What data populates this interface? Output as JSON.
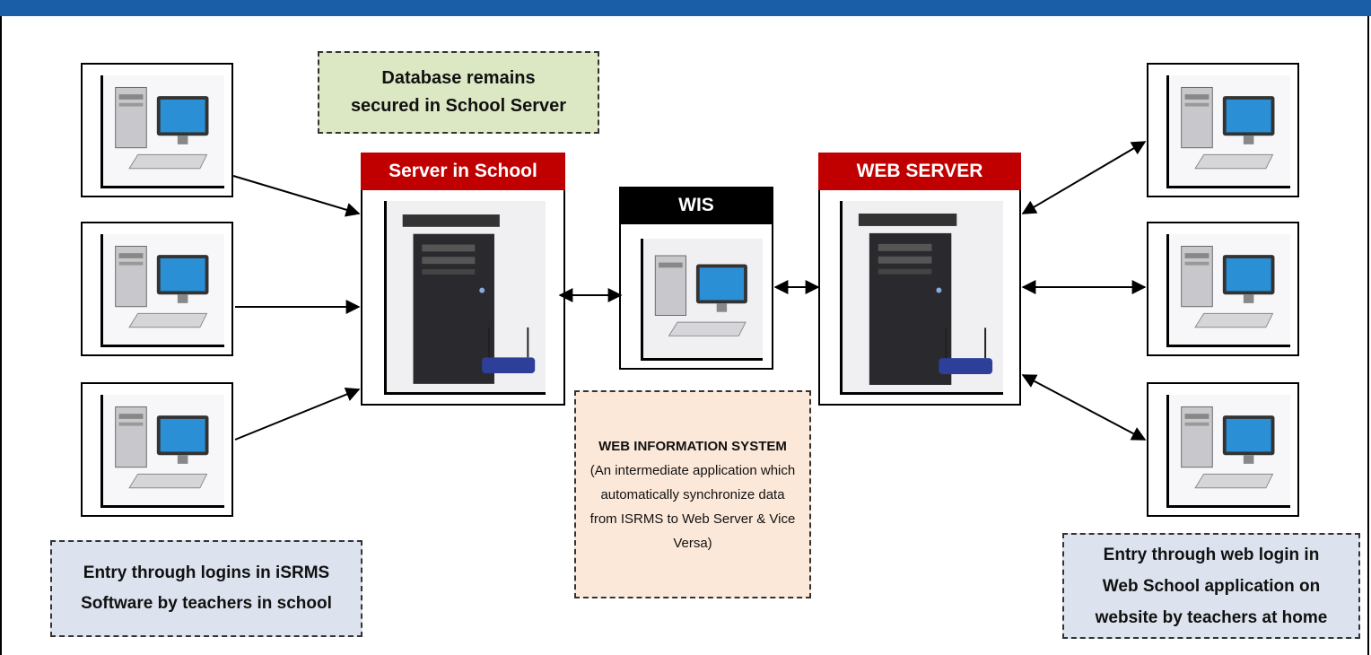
{
  "header": {
    "color": "#1a5ea8"
  },
  "nodes": {
    "school_server": {
      "title": "Server in School",
      "color": "#c00000"
    },
    "wis": {
      "title": "WIS",
      "color": "#000000"
    },
    "web_server": {
      "title": "WEB SERVER",
      "color": "#c00000"
    }
  },
  "notes": {
    "database": {
      "line1": "Database remains",
      "line2": "secured in School Server",
      "bg": "#dce8c4"
    },
    "wis_info": {
      "bold": "WEB INFORMATION SYSTEM",
      "rest": " (An intermediate application which automatically synchronize data from ISRMS to Web Server & Vice Versa)",
      "bg": "#fce8d8"
    },
    "left_entry": {
      "line1": "Entry through logins in iSRMS",
      "line2": "Software by teachers in school",
      "bg": "#dce3ee"
    },
    "right_entry": {
      "line1": "Entry through web login in",
      "line2": "Web School application on",
      "line3": "website by teachers at home",
      "bg": "#dce3ee"
    }
  },
  "icons": {
    "workstation": "desktop-computer-icon",
    "server": "tower-server-icon"
  }
}
